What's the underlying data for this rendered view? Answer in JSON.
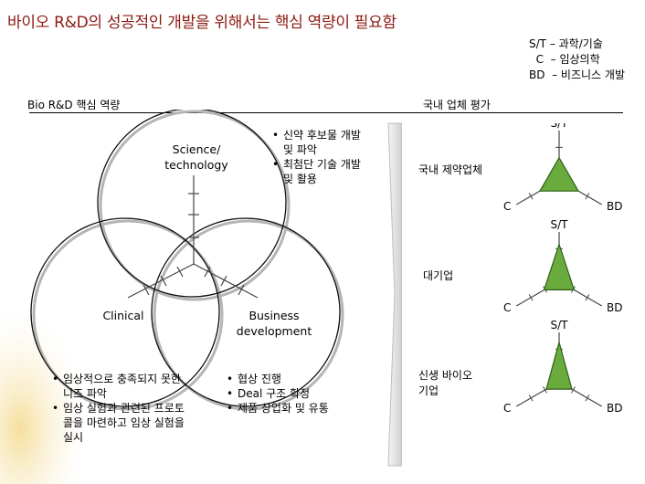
{
  "title": "바이오 R&D의 성공적인 개발을 위해서는 핵심 역량이 필요함",
  "legend": [
    "S/T – 과학/기술",
    "  C  – 임상의학",
    "BD  – 비즈니스 개발"
  ],
  "left_section_label": "Bio R&D 핵심 역량",
  "right_section_label": "국내 업체 평가",
  "venn": {
    "science": "Science/\ntechnology",
    "clinical": "Clinical",
    "business": "Business\ndevelopment"
  },
  "science_bullets": [
    "신약 후보물 개발 및 파악",
    "최첨단 기술 개발 및 활용"
  ],
  "clinical_bullets": [
    "임상적으로 충족되지 못한 니즈 파악",
    "임상 실험과 관련된 프로토콜을 마련하고 임상 실험을 실시"
  ],
  "business_bullets": [
    "협상 진행",
    "Deal 구조 확정",
    "제품 상업화 및 유통"
  ],
  "radar": {
    "axis_labels": {
      "top": "S/T",
      "left": "C",
      "right": "BD"
    },
    "companies": [
      {
        "name": "국내 제약업체",
        "values": {
          "S/T": 0.45,
          "C": 0.45,
          "BD": 0.45
        }
      },
      {
        "name": "대기업",
        "values": {
          "S/T": 0.75,
          "C": 0.35,
          "BD": 0.35
        }
      },
      {
        "name": "신생 바이오 기업",
        "values": {
          "S/T": 0.8,
          "C": 0.3,
          "BD": 0.3
        }
      }
    ]
  },
  "colors": {
    "title": "#8b1a12",
    "radar_fill": "#6aab3e",
    "venn_stroke": "#111111",
    "arrow_gray": "#d9d9d9"
  }
}
